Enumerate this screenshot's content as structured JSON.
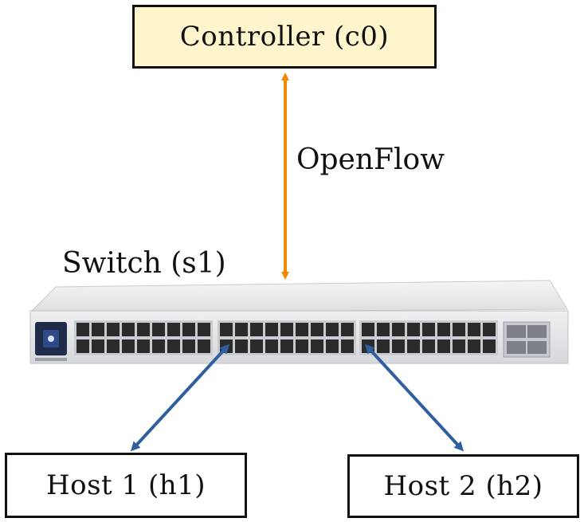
{
  "nodes": {
    "controller": "Controller (c0)",
    "switch": "Switch (s1)",
    "host1": "Host 1 (h1)",
    "host2": "Host 2 (h2)"
  },
  "links": {
    "controller_switch": "OpenFlow"
  },
  "colors": {
    "controller_fill": "#fff5cc",
    "openflow_link": "#f08a00",
    "host_link": "#2f5f9e",
    "switch_body": "#e9eaec",
    "port": "#2b2b2b"
  }
}
